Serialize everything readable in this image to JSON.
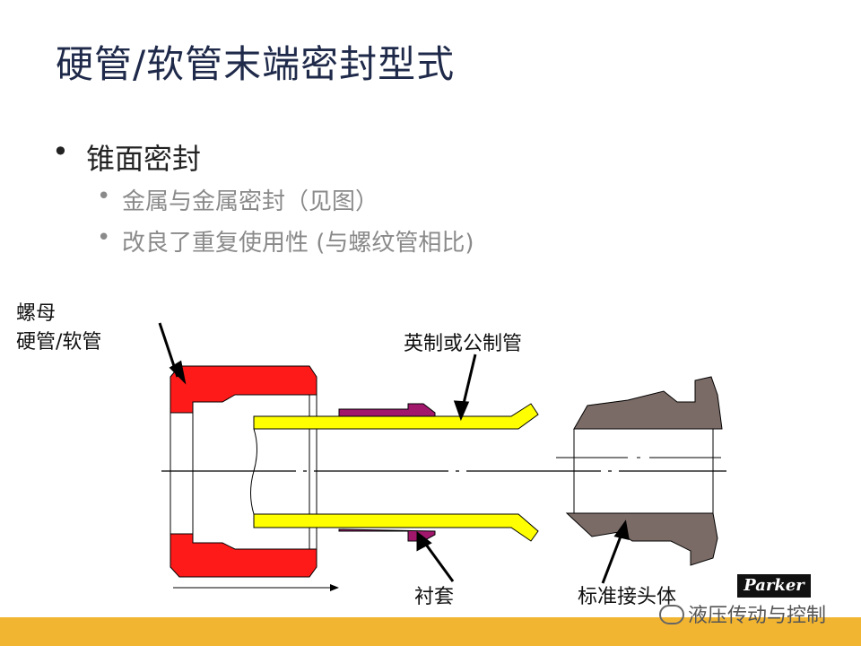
{
  "slide": {
    "title": "硬管/软管末端密封型式",
    "bullet_main": "锥面密封",
    "bullet_subs": [
      "金属与金属密封（见图）",
      "改良了重复使用性 (与螺纹管相比)"
    ],
    "bullet_char": "•"
  },
  "diagram": {
    "labels": {
      "nut_line1": "螺母",
      "nut_line2": "硬管/软管",
      "tube": "英制或公制管",
      "sleeve": "衬套",
      "body": "标准接头体"
    },
    "colors": {
      "nut": "#ff1a1a",
      "tube": "#ffff00",
      "sleeve": "#a0176b",
      "body": "#7b6b66"
    }
  },
  "brand": {
    "logo_text": "Parker",
    "watermark": "液压传动与控制",
    "footer_color": "#f2b531"
  }
}
